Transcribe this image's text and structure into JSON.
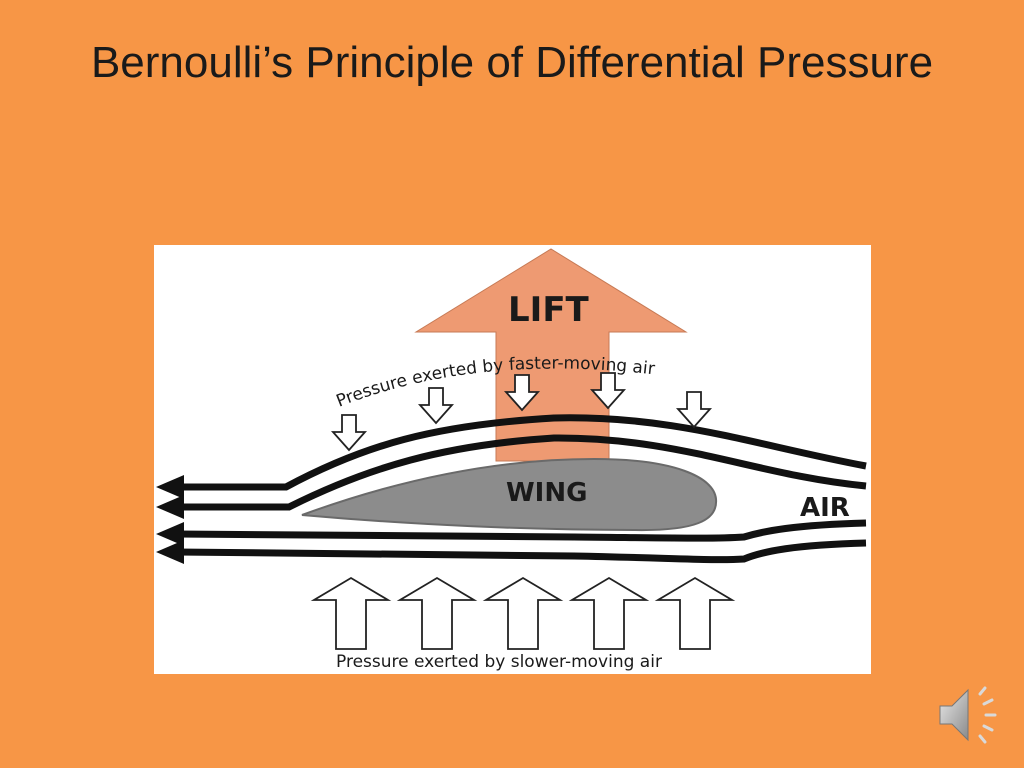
{
  "slide": {
    "title": "Bernoulli’s Principle of Differential Pressure"
  },
  "diagram": {
    "lift_label": "LIFT",
    "wing_label": "WING",
    "air_label": "AIR",
    "top_pressure_label": "Pressure exerted by  faster-moving air",
    "bottom_pressure_label": "Pressure exerted by slower-moving air",
    "colors": {
      "lift_arrow": "#EE9A72",
      "wing": "#8C8C8C",
      "airflow": "#111111",
      "background": "#F79646"
    }
  },
  "media": {
    "icon": "speaker-icon"
  }
}
